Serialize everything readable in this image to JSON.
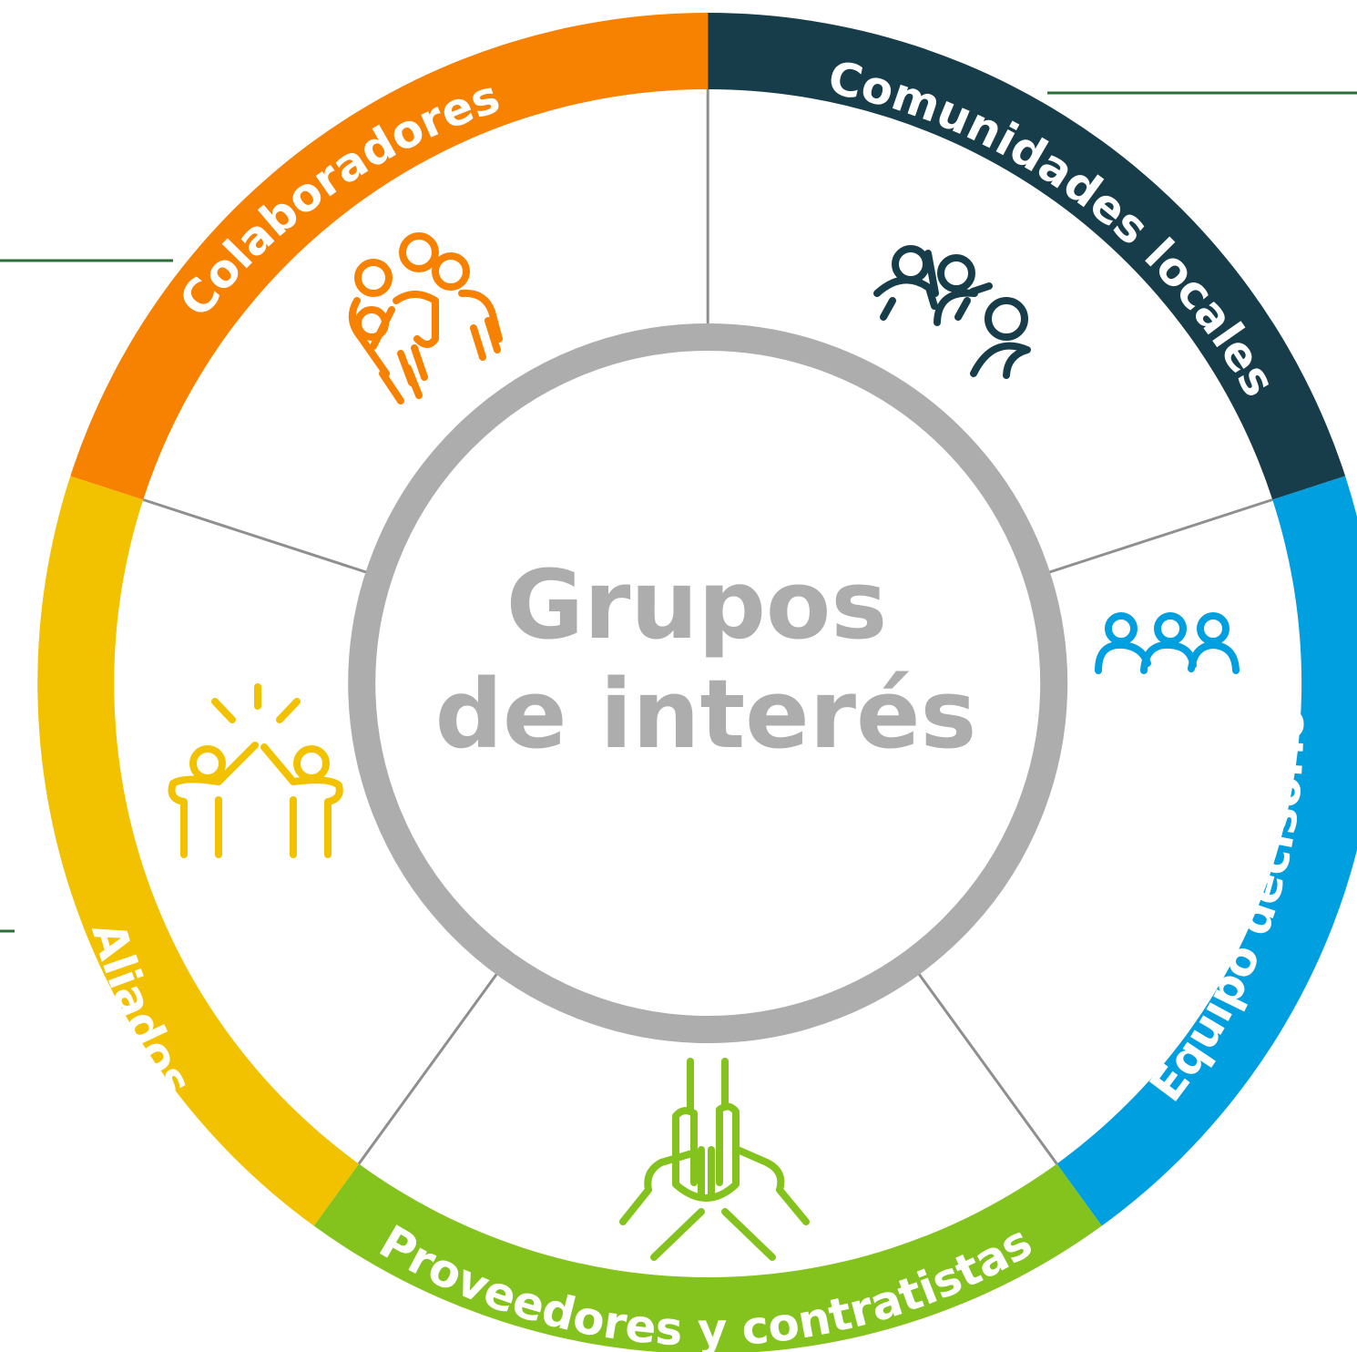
{
  "center": {
    "line1": "Grupos",
    "line2": "de interés",
    "ring_color": "#adadad"
  },
  "segments": [
    {
      "id": "comunidades",
      "label": "Comunidades locales",
      "color": "#173d4a",
      "icon": "community-people-icon"
    },
    {
      "id": "equipo",
      "label": "Equipo decisorio",
      "color": "#009fdf",
      "icon": "team-group-icon"
    },
    {
      "id": "proveedores",
      "label": "Proveedores y contratistas",
      "color": "#84c31d",
      "icon": "joined-hands-icon"
    },
    {
      "id": "aliados",
      "label": "Aliados",
      "color": "#f2c200",
      "icon": "high-five-icon"
    },
    {
      "id": "colaboradores",
      "label": "Colaboradores",
      "color": "#f78100",
      "icon": "team-hands-up-icon"
    }
  ],
  "divider_color": "#8f8f8f",
  "accent_line_color": "#2c6e3a"
}
